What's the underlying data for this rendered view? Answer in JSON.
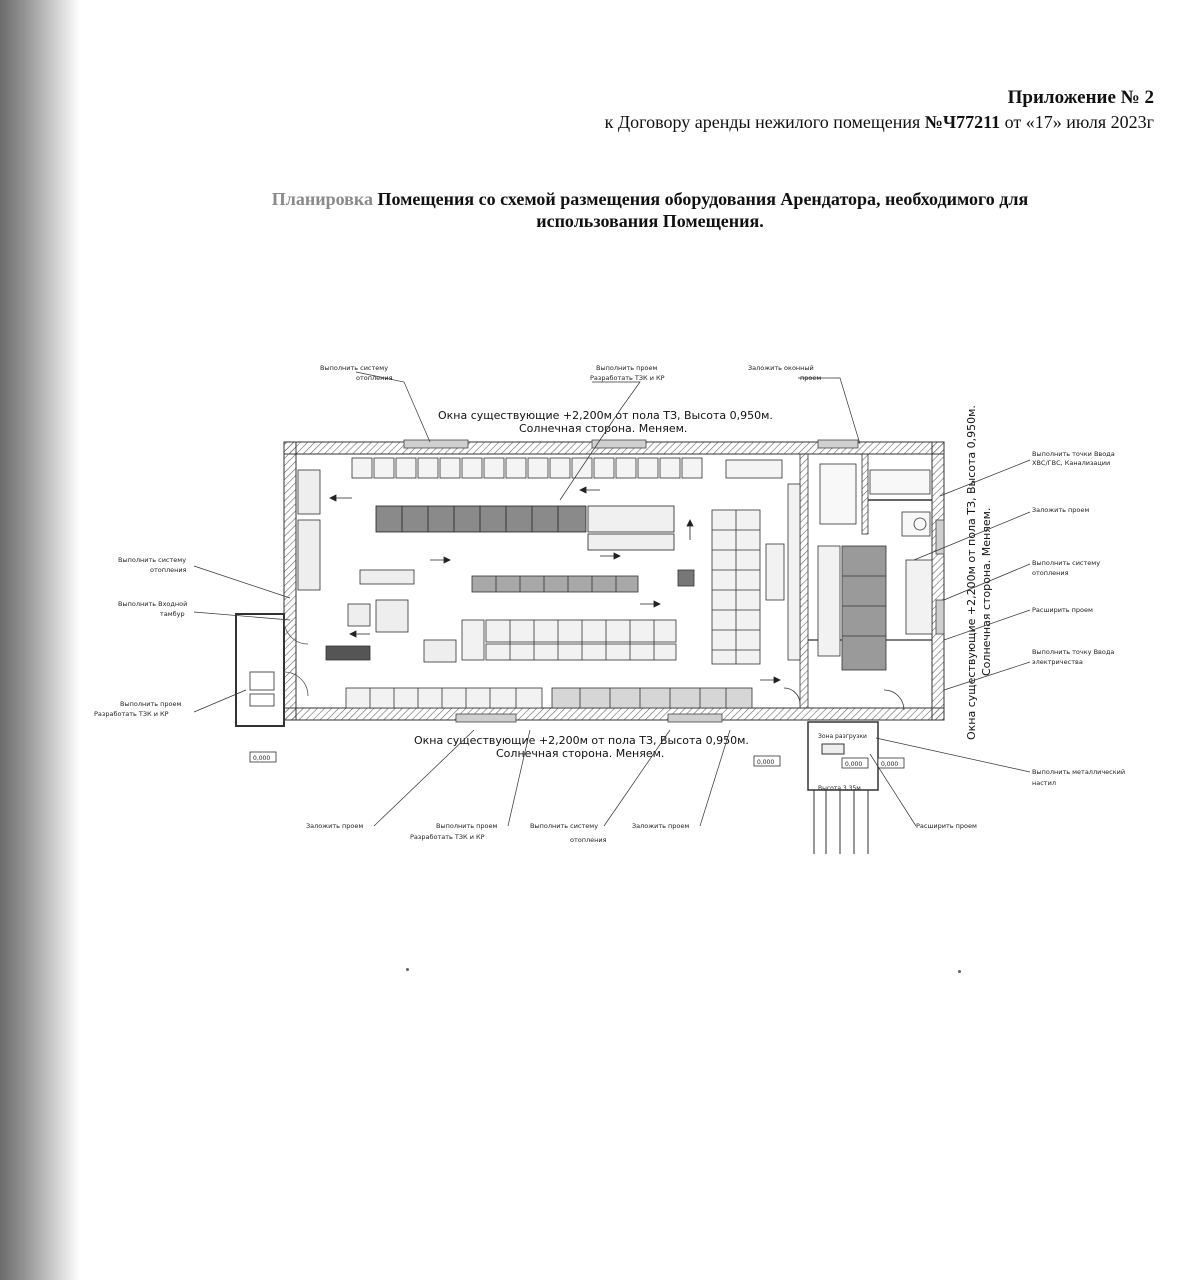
{
  "header": {
    "appendix": "Приложение № 2",
    "contract_prefix": "к Договору аренды нежилого помещения ",
    "contract_number": "№Ч77211",
    "contract_suffix": " от «17» июля 2023г"
  },
  "title": {
    "faint": "Планировка",
    "line1_rest": " Помещения со схемой размещения оборудования Арендатора, необходимого для",
    "line2": "использования Помещения."
  },
  "plan": {
    "windows_top": [
      "Окна существующие +2,200м от пола ТЗ, Высота 0,950м.",
      "Солнечная сторона. Меняем."
    ],
    "windows_bottom": [
      "Окна существующие +2,200м от пола ТЗ, Высота 0,950м.",
      "Солнечная сторона. Меняем."
    ],
    "windows_right": [
      "Окна существующие +2,200м от пола ТЗ, Высота 0,950м.",
      "Солнечная сторона. Меняем."
    ],
    "callouts": {
      "top_heating": [
        "Выполнить систему",
        "отопления"
      ],
      "top_opening": [
        "Выполнить проем",
        "Разработать ТЗК и КР"
      ],
      "top_window": [
        "Заложить оконный",
        "проем"
      ],
      "right_water": [
        "Выполнить точки Ввода",
        "ХВС/ГВС, Канализации"
      ],
      "right_block": [
        "Заложить проем"
      ],
      "right_heating": [
        "Выполнить систему",
        "отопления"
      ],
      "right_widen": [
        "Расширить проем"
      ],
      "right_power": [
        "Выполнить точку Ввода",
        "электричества"
      ],
      "right_metal": [
        "Выполнить металлический",
        "настил"
      ],
      "left_heating": [
        "Выполнить систему",
        "отопления"
      ],
      "left_entrance": [
        "Выполнить Входной",
        "тамбур"
      ],
      "left_opening": [
        "Выполнить проем",
        "Разработать ТЗК и КР"
      ],
      "bottom_block": [
        "Заложить проем"
      ],
      "bottom_opening": [
        "Выполнить проем",
        "Разработать ТЗК и КР"
      ],
      "bottom_heating": [
        "Выполнить систему",
        "отопления"
      ],
      "bottom_block2": [
        "Заложить проем"
      ],
      "bottom_widen": [
        "Расширить проем"
      ]
    },
    "levels": [
      "0,000",
      "0,000",
      "0,000",
      "0,000"
    ],
    "ramp": [
      "Зона разгрузки",
      "Высота 3,35м"
    ]
  }
}
